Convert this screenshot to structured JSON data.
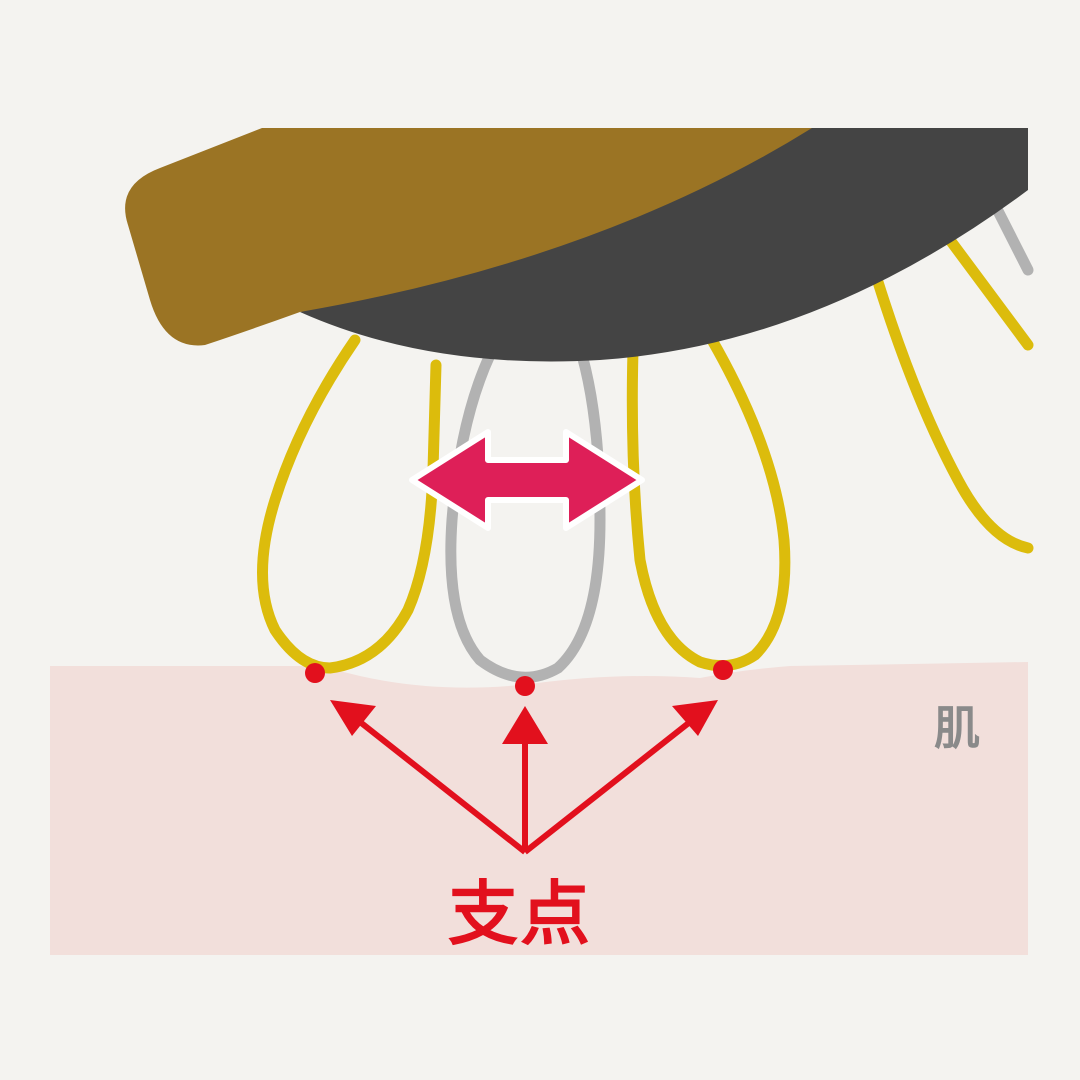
{
  "labels": {
    "skin": "肌",
    "fulcrum": "支点"
  },
  "colors": {
    "background": "#f4f3f0",
    "skin": "#f2dfdb",
    "brush_handle": "#9b7424",
    "brush_head": "#444444",
    "bristle_yellow": "#dcbc0c",
    "bristle_gray": "#b2b2b2",
    "spread_arrow": "#de1f58",
    "fulcrum_red": "#e2101d",
    "skin_label": "#8a8a8a"
  },
  "icons": {
    "spread": "double-headed-arrow",
    "fulcrum_pointer": "arrow-up"
  }
}
